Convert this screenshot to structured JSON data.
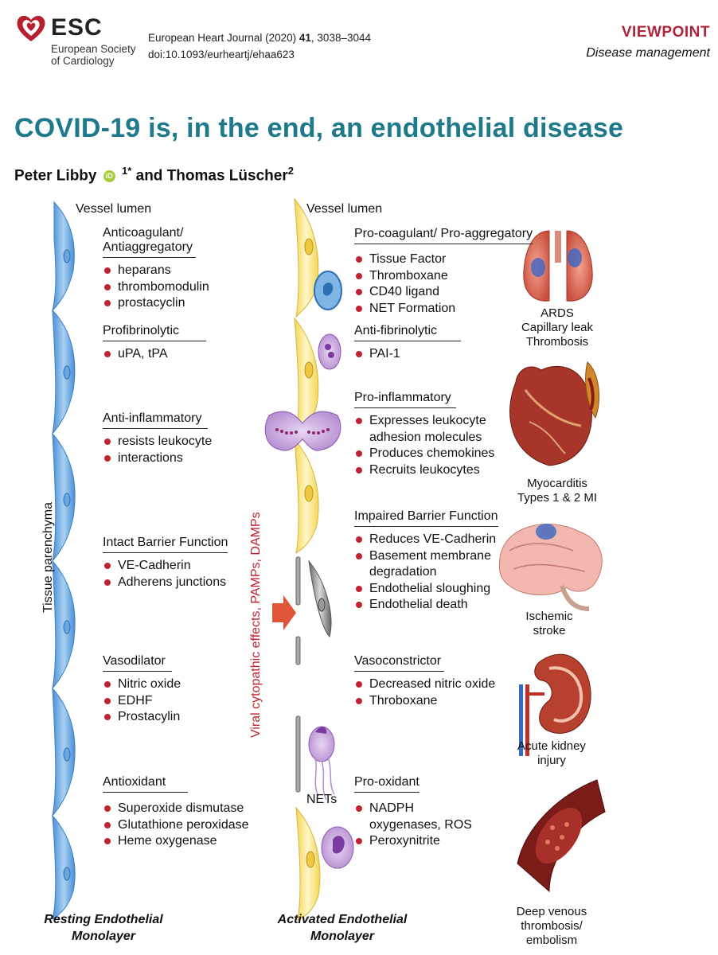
{
  "header": {
    "logo_abbr": "ESC",
    "logo_line1": "European Society",
    "logo_line2": "of Cardiology",
    "journal_name": "European Heart Journal (2020)",
    "journal_volume": "41",
    "journal_pages": ", 3038–3044",
    "doi": "doi:10.1093/eurheartj/ehaa623",
    "section": "VIEWPOINT",
    "subsection": "Disease management"
  },
  "article": {
    "title": "COVID-19 is, in the end, an endothelial disease",
    "author1": "Peter Libby",
    "author1_sup": "1*",
    "conj": "and Thomas Lüscher",
    "author2_sup": "2",
    "orcid_label": "iD"
  },
  "figure": {
    "left_lumen": "Vessel lumen",
    "right_lumen": "Vessel lumen",
    "tissue": "Tissue parenchyma",
    "viral": "Viral cytopathic effects, PAMPs, DAMPs",
    "nets": "NETs",
    "left_groups": [
      {
        "heading_line1": "Anticoagulant/",
        "heading_line2": "Antiaggregatory",
        "items": [
          "heparans",
          "thrombomodulin",
          "prostacyclin"
        ]
      },
      {
        "heading": "Profibrinolytic",
        "items": [
          "uPA, tPA"
        ]
      },
      {
        "heading": "Anti-inflammatory",
        "items": [
          "resists leukocyte",
          "interactions"
        ]
      },
      {
        "heading": "Intact Barrier Function",
        "items": [
          "VE-Cadherin",
          "Adherens junctions"
        ]
      },
      {
        "heading": "Vasodilator",
        "items": [
          "Nitric oxide",
          "EDHF",
          "Prostacylin"
        ]
      },
      {
        "heading": "Antioxidant",
        "items": [
          "Superoxide dismutase",
          "Glutathione peroxidase",
          "Heme oxygenase"
        ]
      }
    ],
    "right_groups": [
      {
        "heading": "Pro-coagulant/ Pro-aggregatory",
        "items": [
          "Tissue Factor",
          "Thromboxane",
          "CD40 ligand",
          "NET Formation"
        ]
      },
      {
        "heading": "Anti-fibrinolytic",
        "items": [
          "PAI-1"
        ]
      },
      {
        "heading": "Pro-inflammatory",
        "items": [
          "Expresses leukocyte",
          "adhesion molecules",
          "Produces chemokines",
          "Recruits leukocytes"
        ]
      },
      {
        "heading": "Impaired Barrier Function",
        "items": [
          "Reduces VE-Cadherin",
          "Basement membrane",
          "degradation",
          "Endothelial sloughing",
          "Endothelial death"
        ]
      },
      {
        "heading": "Vasoconstrictor",
        "items": [
          "Decreased nitric oxide",
          "Throboxane"
        ]
      },
      {
        "heading": "Pro-oxidant",
        "items": [
          "NADPH",
          "oxygenases, ROS",
          "Peroxynitrite"
        ]
      }
    ],
    "organs": [
      {
        "lines": [
          "ARDS",
          "Capillary leak",
          "Thrombosis"
        ]
      },
      {
        "lines": [
          "Myocarditis",
          "Types 1 & 2  MI"
        ]
      },
      {
        "lines": [
          "Ischemic",
          "stroke"
        ]
      },
      {
        "lines": [
          "Acute kidney",
          "injury"
        ]
      },
      {
        "lines": [
          "Deep venous",
          "thrombosis/",
          "embolism"
        ]
      }
    ],
    "bottom_left": [
      "Resting Endothelial",
      "Monolayer"
    ],
    "bottom_right": [
      "Activated Endothelial",
      "Monolayer"
    ]
  }
}
